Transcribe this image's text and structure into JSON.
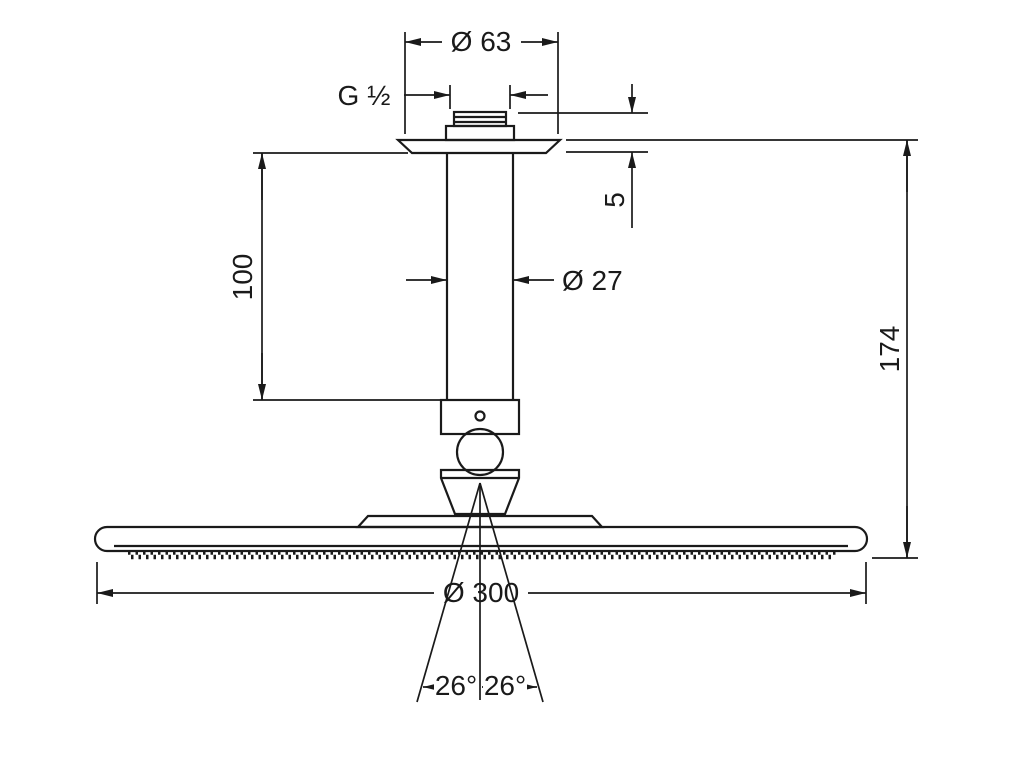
{
  "diagram": {
    "type": "technical-drawing",
    "subject": "ceiling-mounted overhead shower with vertical connector",
    "labels": {
      "top_diameter": "Ø 63",
      "thread_size": "G ½",
      "flange_height": "5",
      "pipe_length": "100",
      "pipe_diameter": "Ø 27",
      "overall_height": "174",
      "head_diameter": "Ø 300",
      "spray_angle_left": "26°",
      "spray_angle_right": "26°"
    },
    "colors": {
      "line": "#1a1a1a",
      "background": "#ffffff"
    }
  }
}
